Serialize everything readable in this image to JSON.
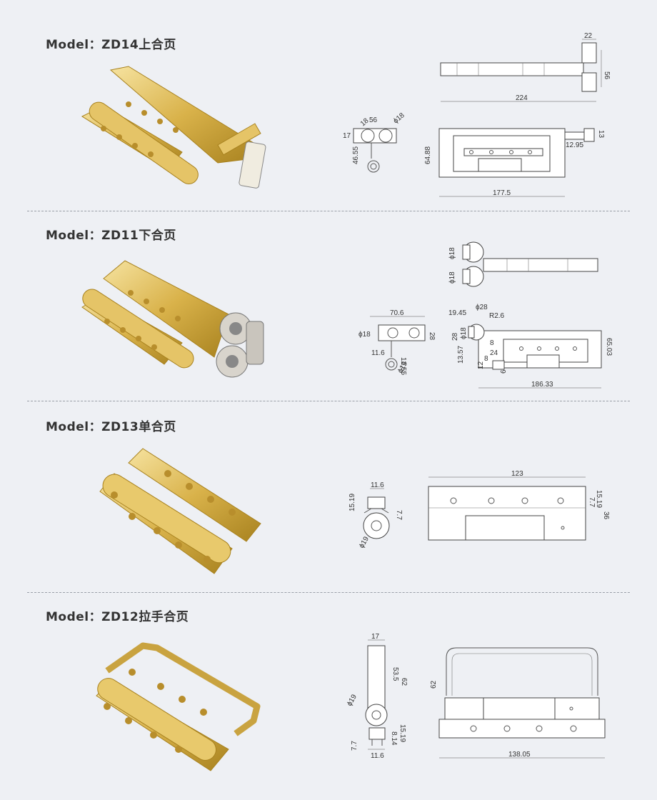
{
  "sections": [
    {
      "title": "Model：ZD14上合页",
      "dims": {
        "a": "22",
        "b": "56",
        "c": "224",
        "d": "56",
        "e": "ϕ18",
        "f": "17",
        "g": "18",
        "h": "46.55",
        "i": "64.88",
        "j": "13",
        "k": "12.95",
        "l": "177.5"
      }
    },
    {
      "title": "Model：ZD11下合页",
      "dims": {
        "a": "ϕ18",
        "b": "ϕ18",
        "c": "70.6",
        "d": "ϕ18",
        "e": "28",
        "f": "11.6",
        "g": "12.55",
        "h": "ϕ19",
        "i": "ϕ28",
        "j": "19.45",
        "k": "R2.6",
        "l": "28",
        "m": "ϕ18",
        "n": "8",
        "o": "24",
        "p": "13.57",
        "q": "8",
        "r": "12",
        "s": "6",
        "t": "65.03",
        "u": "186.33"
      }
    },
    {
      "title": "Model：ZD13单合页",
      "dims": {
        "a": "11.6",
        "b": "15.19",
        "c": "7.7",
        "d": "ϕ19",
        "e": "123",
        "f": "15.19",
        "g": "7.7",
        "h": "36"
      }
    },
    {
      "title": "Model：ZD12拉手合页",
      "dims": {
        "a": "17",
        "b": "53.5",
        "c": "62",
        "d": "ϕ19",
        "e": "15.19",
        "f": "7.7",
        "g": "8.14",
        "h": "11.6",
        "i": "62",
        "j": "138.05"
      }
    }
  ],
  "colors": {
    "gold": "#d9b24a",
    "gold_dark": "#a8821f",
    "gold_light": "#f3dc8e",
    "bg": "#eef0f4",
    "line": "#555555"
  }
}
